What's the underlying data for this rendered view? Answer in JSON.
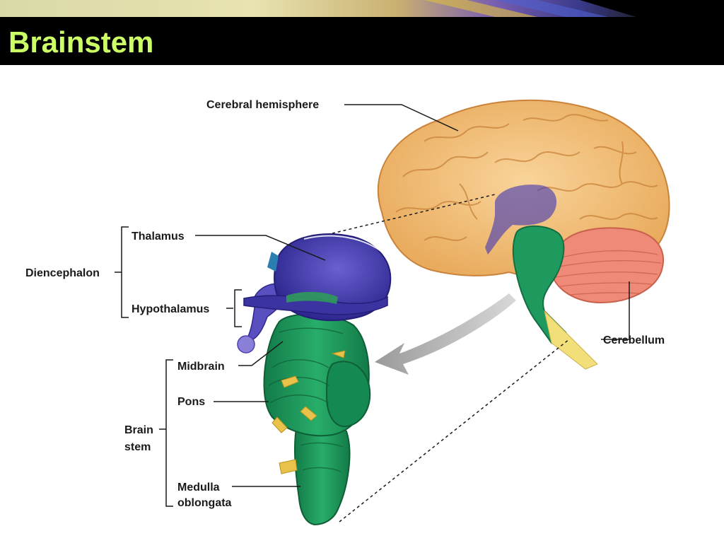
{
  "slide": {
    "title": "Brainstem",
    "title_color": "#ccff66",
    "bar_color": "#000000"
  },
  "labels": {
    "cerebral_hemisphere": "Cerebral hemisphere",
    "thalamus": "Thalamus",
    "diencephalon": "Diencephalon",
    "hypothalamus": "Hypothalamus",
    "midbrain": "Midbrain",
    "pons": "Pons",
    "brain": "Brain",
    "stem": "stem",
    "medulla": "Medulla",
    "oblongata": "oblongata",
    "cerebellum": "Cerebellum"
  },
  "colors": {
    "cerebrum": "#f4c27a",
    "diencephalon": "#4b3fb0",
    "brainstem": "#1f9a5e",
    "cerebellum": "#ef8a78",
    "spinal_cord": "#f2df7a"
  }
}
